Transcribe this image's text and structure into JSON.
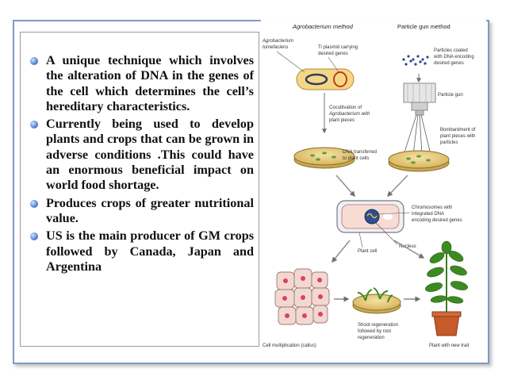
{
  "slide": {
    "bullets": [
      "A unique technique which involves the alteration of DNA in the genes of the cell which determines the cell’s hereditary characteristics.",
      "Currently being used to develop plants and crops that can be grown in adverse conditions .This could have an enormous beneficial impact on world food shortage.",
      "Produces crops of greater nutritional value.",
      "US is the main producer of GM crops followed by Canada, Japan and Argentina"
    ]
  },
  "diagram": {
    "headers": {
      "agro": "Agrobacterium method",
      "gun": "Particle gun method"
    },
    "labels": {
      "agro1": "Agrobacterium",
      "agro2": "tumefaciens",
      "ti1": "Ti plasmid carrying",
      "ti2": "desired genes",
      "part1": "Particles coated",
      "part2": "with DNA encoding",
      "part3": "desired genes",
      "gunlbl": "Particle gun",
      "cocul1": "Cocultivation of",
      "cocul2": "Agrobacterium with",
      "cocul3": "plant pieces",
      "bomb1": "Bombardment of",
      "bomb2": "plant pieces with",
      "bomb3": "particles",
      "dnat1": "DNA transferred",
      "dnat2": "to plant cells",
      "chrom1": "Chromosomes with",
      "chrom2": "integrated DNA",
      "chrom3": "encoding desired genes",
      "nucleus": "Nucleus",
      "plantcell": "Plant cell",
      "shoot1": "Shoot regeneration",
      "shoot2": "followed by root",
      "shoot3": "regeneration",
      "callus": "Cell multiplication (callus)",
      "newtrait": "Plant with new trait"
    },
    "colors": {
      "arrow": "#9f9f9f",
      "dish": "#e8c97a",
      "cell": "#f6d3cc",
      "nucleus": "#d9435f",
      "pot": "#c65a2b",
      "leaf": "#3c8a22",
      "frame": "#7f9ac6"
    }
  }
}
